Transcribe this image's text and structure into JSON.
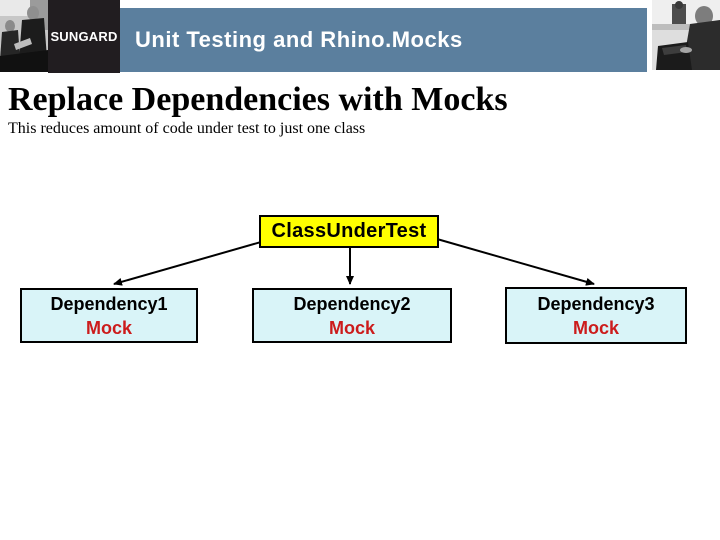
{
  "header": {
    "logo_text": "SUNGARD",
    "title": "Unit Testing and Rhino.Mocks",
    "bar_color": "#5b7f9e",
    "logo_bg_color": "#211d20",
    "photo_left_alt": "people-in-meeting-photo",
    "photo_right_alt": "person-at-laptop-photo"
  },
  "slide": {
    "title": "Replace Dependencies with Mocks",
    "subtitle": "This reduces amount of code under test to just one class",
    "background_color": "#ffffff"
  },
  "diagram": {
    "root": {
      "label": "ClassUnderTest",
      "fill": "#ffff00",
      "border": "#000000"
    },
    "dependencies": [
      {
        "name": "Dependency1",
        "type": "Mock"
      },
      {
        "name": "Dependency2",
        "type": "Mock"
      },
      {
        "name": "Dependency3",
        "type": "Mock"
      }
    ],
    "dependency_fill": "#d9f4f8",
    "dependency_border": "#000000",
    "mock_color": "#cc1c1c",
    "connector_color": "#000000",
    "connectors": [
      {
        "from": "ClassUnderTest",
        "to": "Dependency1"
      },
      {
        "from": "ClassUnderTest",
        "to": "Dependency2"
      },
      {
        "from": "ClassUnderTest",
        "to": "Dependency3"
      }
    ]
  }
}
